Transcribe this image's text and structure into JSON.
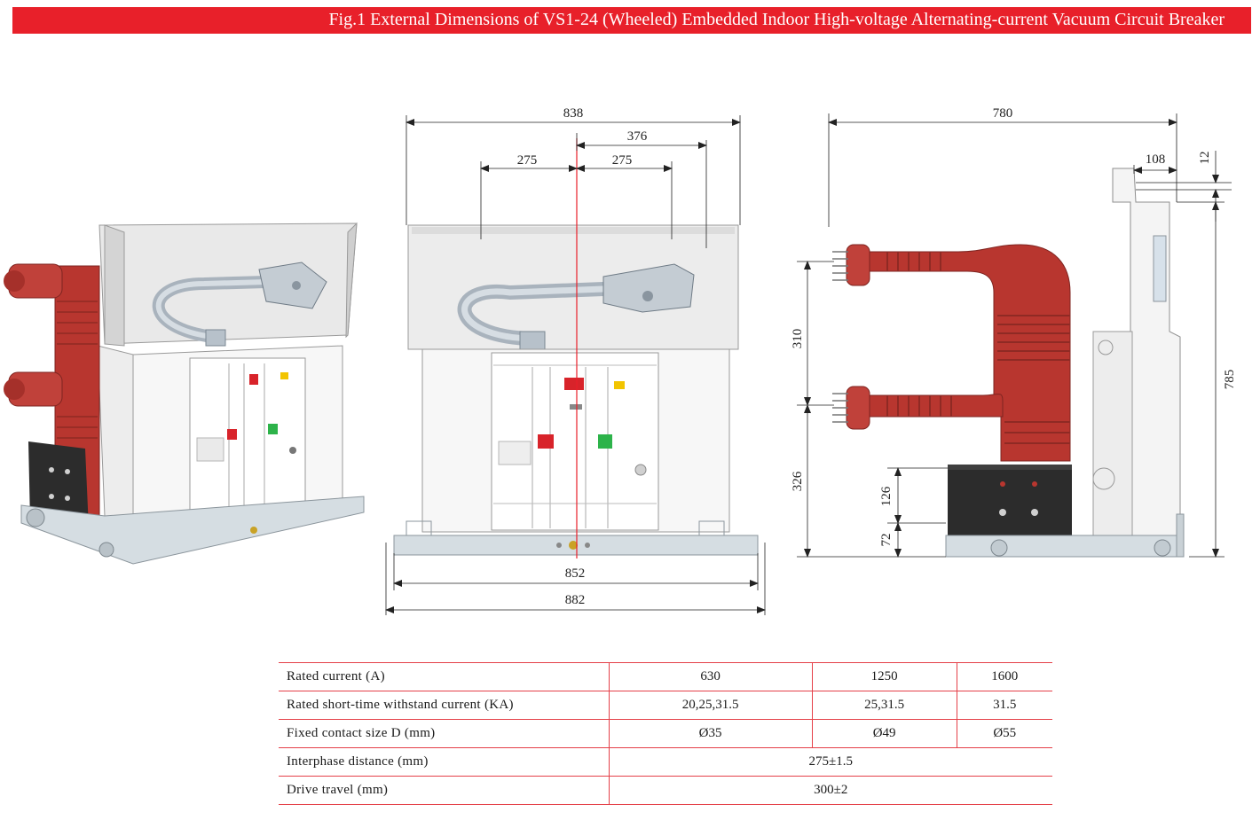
{
  "title": "Fig.1 External Dimensions of VS1-24 (Wheeled) Embedded Indoor High-voltage Alternating-current Vacuum Circuit Breaker",
  "colors": {
    "accent_red": "#e8202a",
    "insulator_red": "#b8362f",
    "panel_grey": "#e6e6e6",
    "body_white": "#f7f7f7",
    "dark_block": "#2c2c2c",
    "close_green": "#2db34a"
  },
  "front_view": {
    "dims": {
      "overall_width": "838",
      "offset_right": "376",
      "phase_left": "275",
      "phase_right": "275",
      "rail_width": "852",
      "base_width": "882"
    }
  },
  "side_view": {
    "dims": {
      "overall_depth": "780",
      "top_offset": "108",
      "top_thickness": "12",
      "terminal_spacing": "310",
      "lower_height": "326",
      "block_height": "126",
      "base_height": "72",
      "overall_height": "785"
    }
  },
  "table": {
    "rows": [
      {
        "param": "Rated current (A)",
        "values": [
          "630",
          "1250",
          "1600"
        ]
      },
      {
        "param": "Rated short-time withstand current (KA)",
        "values": [
          "20,25,31.5",
          "25,31.5",
          "31.5"
        ]
      },
      {
        "param": "Fixed contact size D (mm)",
        "values": [
          "Ø35",
          "Ø49",
          "Ø55"
        ]
      },
      {
        "param": "Interphase distance (mm)",
        "values": [
          "275±1.5"
        ]
      },
      {
        "param": "Drive travel (mm)",
        "values": [
          "300±2"
        ]
      }
    ]
  }
}
